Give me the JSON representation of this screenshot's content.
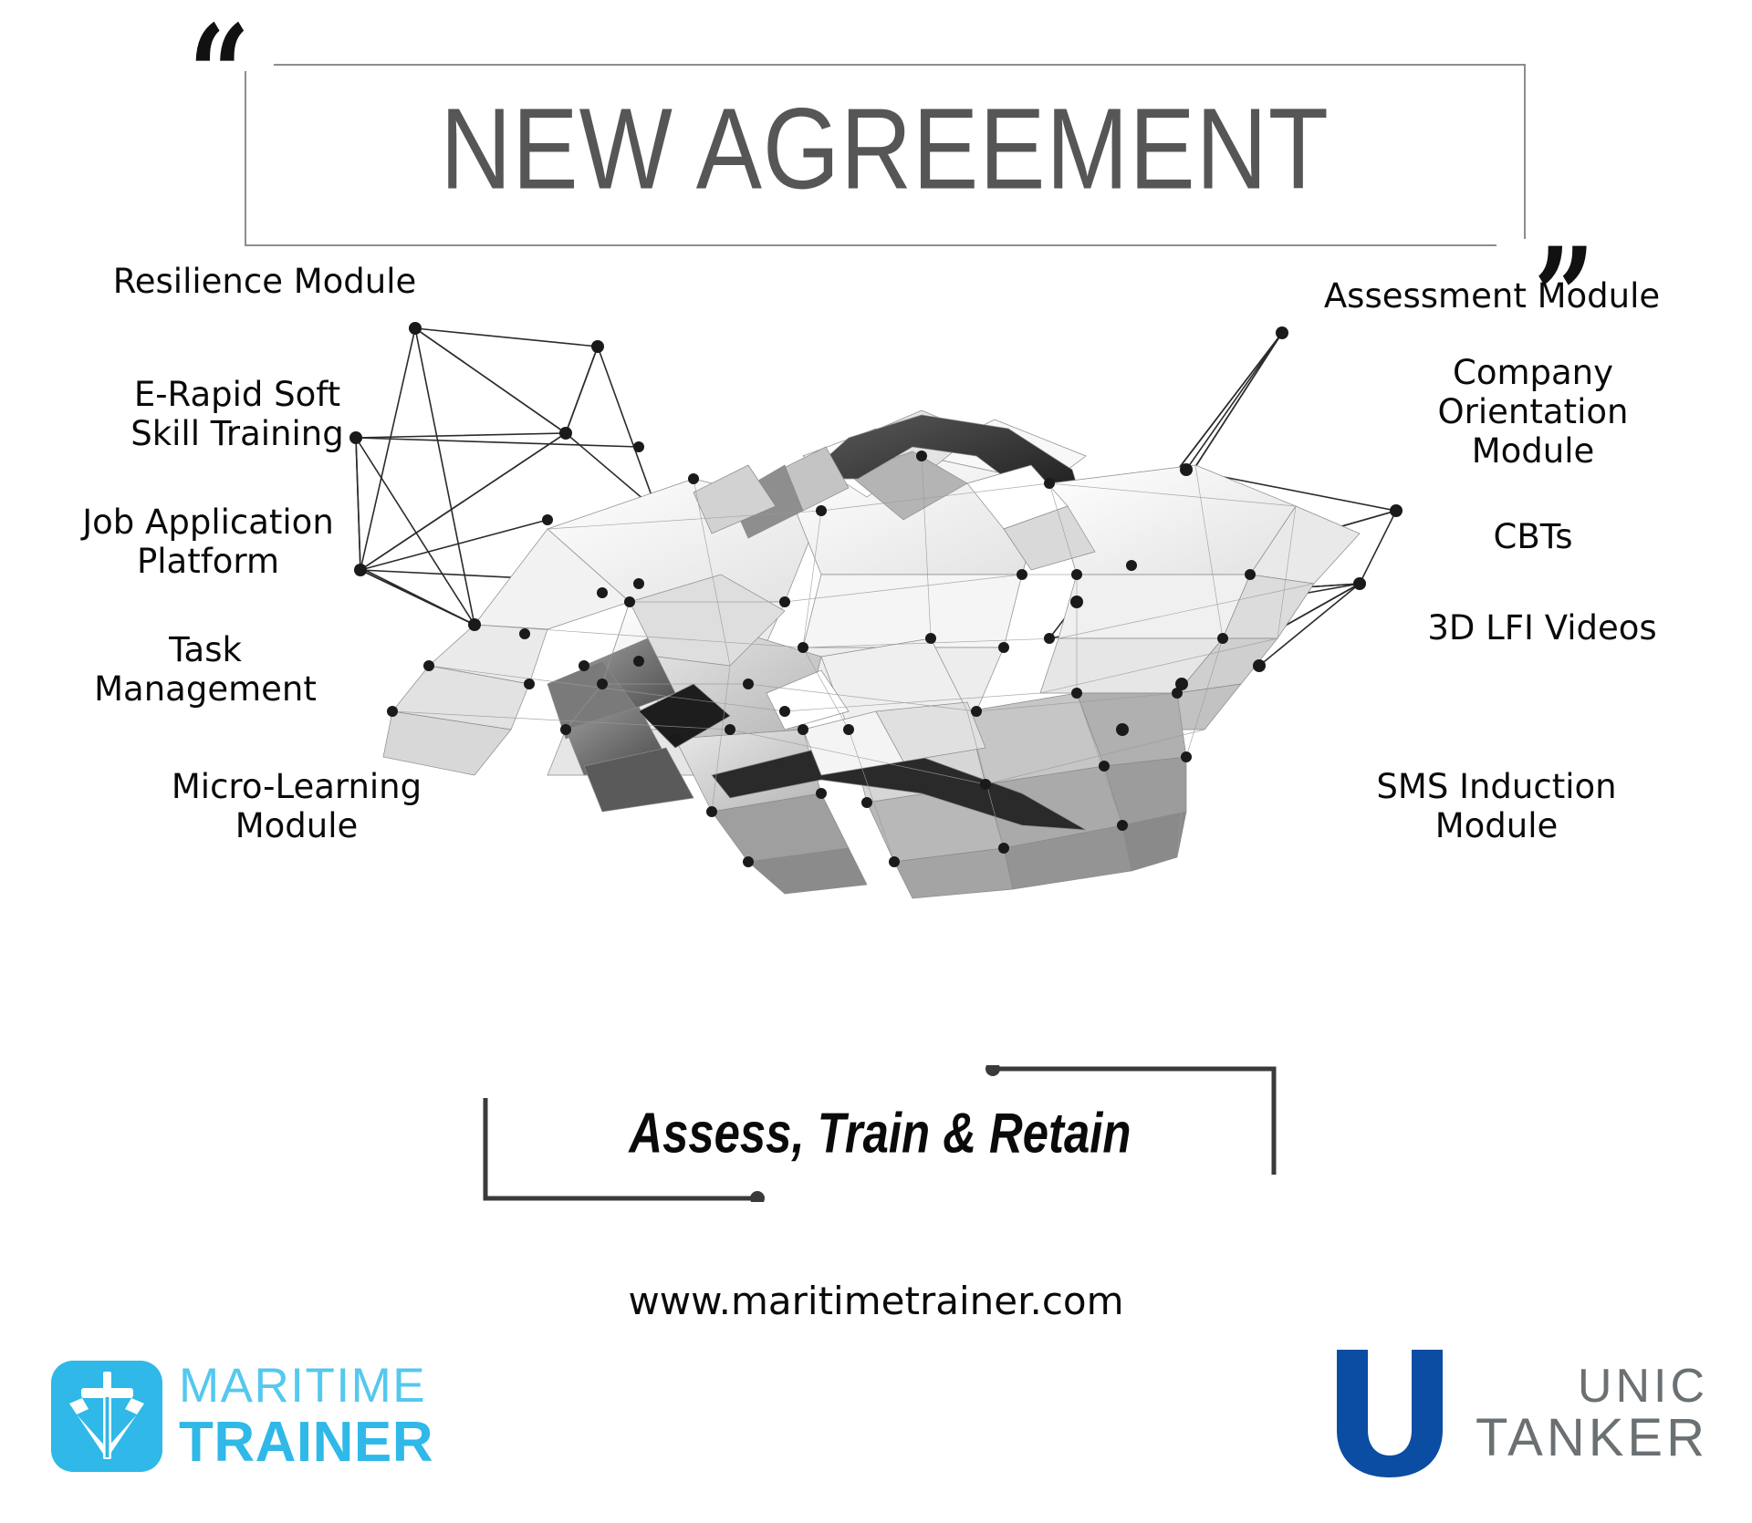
{
  "header": {
    "title": "NEW AGREEMENT",
    "quote_open": "“",
    "quote_close": "”"
  },
  "diagram": {
    "graphic_name": "low-poly-handshake",
    "left_labels": [
      {
        "id": "resilience-module",
        "text": "Resilience Module"
      },
      {
        "id": "e-rapid-soft-skill-training",
        "text": "E-Rapid Soft\nSkill Training"
      },
      {
        "id": "job-application-platform",
        "text": "Job Application\nPlatform"
      },
      {
        "id": "task-management",
        "text": "Task\nManagement"
      },
      {
        "id": "micro-learning-module",
        "text": "Micro-Learning\nModule"
      }
    ],
    "right_labels": [
      {
        "id": "assessment-module",
        "text": "Assessment Module"
      },
      {
        "id": "company-orientation-module",
        "text": "Company\nOrientation\nModule"
      },
      {
        "id": "cbts",
        "text": "CBTs"
      },
      {
        "id": "3d-lfi-videos",
        "text": "3D LFI Videos"
      },
      {
        "id": "sms-induction-module",
        "text": "SMS Induction\nModule"
      }
    ]
  },
  "tagline": {
    "text": "Assess, Train & Retain"
  },
  "footer": {
    "url": "www.maritimetrainer.com"
  },
  "logos": {
    "maritime_trainer": {
      "word_top": "MARITIME",
      "word_bottom": "TRAINER",
      "color": "#2FB8E8",
      "mark_name": "anchor-icon"
    },
    "unic_tanker": {
      "word_top": "UNIC",
      "word_bottom": "TANKER",
      "color": "#0B4DA2",
      "text_color": "#6B7073",
      "mark_name": "u-arrow-icon"
    }
  },
  "colors": {
    "title_gray": "#565656",
    "frame_gray": "#8D8D8D",
    "text_black": "#0A0A0A",
    "brand_cyan": "#2FB8E8",
    "brand_blue": "#0B4DA2",
    "logo_gray": "#6B7073"
  }
}
